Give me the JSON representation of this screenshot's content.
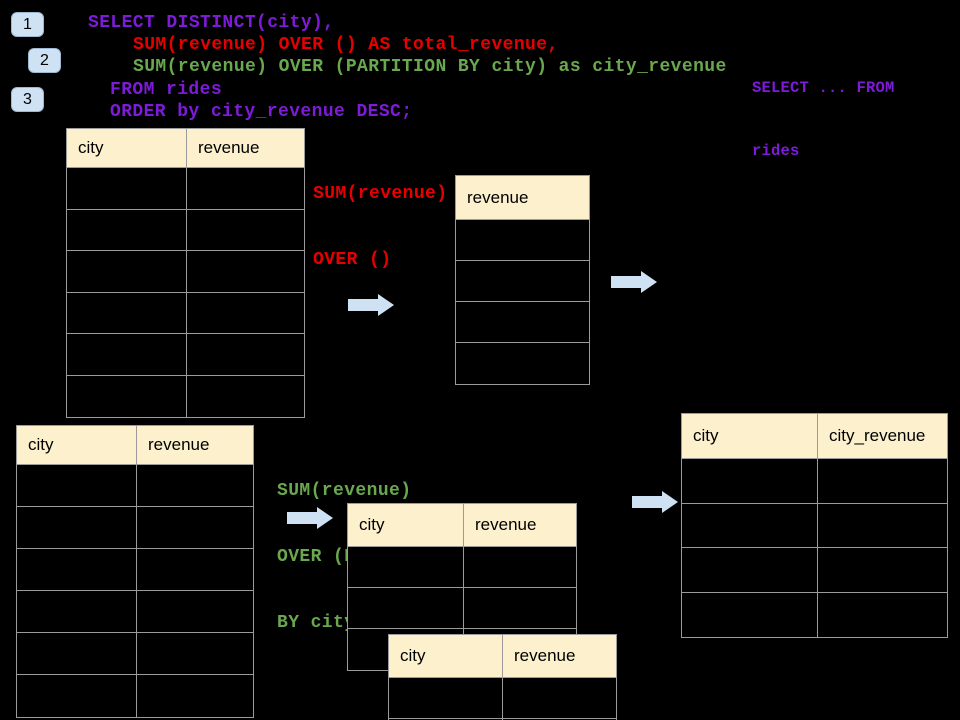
{
  "badges": [
    {
      "label": "1"
    },
    {
      "label": "2"
    },
    {
      "label": "3"
    }
  ],
  "sql": {
    "lines": [
      {
        "text": "SELECT DISTINCT(city),",
        "color": "#7e1bd8"
      },
      {
        "text": "SUM(revenue) OVER () AS total_revenue,",
        "color": "#e60000"
      },
      {
        "text": "SUM(revenue) OVER (PARTITION BY city) as city_revenue",
        "color": "#6aa84f"
      },
      {
        "text": "FROM rides",
        "color": "#7e1bd8"
      },
      {
        "text": "ORDER by city_revenue DESC;",
        "color": "#7e1bd8"
      }
    ]
  },
  "side_snippet": {
    "color": "#7e1bd8",
    "lines": [
      "SELECT ... FROM",
      "rides"
    ]
  },
  "labels": {
    "total": {
      "color": "#e60000",
      "lines": [
        "SUM(revenue)",
        "OVER ()"
      ]
    },
    "partition": {
      "color": "#6aa84f",
      "lines": [
        "SUM(revenue)",
        "OVER (PARTITION",
        "BY city)"
      ]
    }
  },
  "tables": {
    "source_top": {
      "headers": [
        "city",
        "revenue"
      ],
      "rows": 6
    },
    "total_result": {
      "headers": [
        "revenue"
      ],
      "rows": 4
    },
    "source_bottom": {
      "headers": [
        "city",
        "revenue"
      ],
      "rows": 6
    },
    "partition_step": {
      "headers": [
        "city",
        "revenue"
      ],
      "rows": 3
    },
    "partition_overlay": {
      "headers": [
        "city",
        "revenue"
      ],
      "rows": 2
    },
    "final_result": {
      "headers": [
        "city",
        "city_revenue"
      ],
      "rows": 4
    }
  },
  "colors": {
    "background": "#000000",
    "purple": "#7e1bd8",
    "red": "#e60000",
    "green": "#6aa84f",
    "header_fill": "#fdf1cd",
    "table_border": "#9b9b9b",
    "arrow": "#cfe2f3",
    "badge": "#cfe2f3"
  }
}
